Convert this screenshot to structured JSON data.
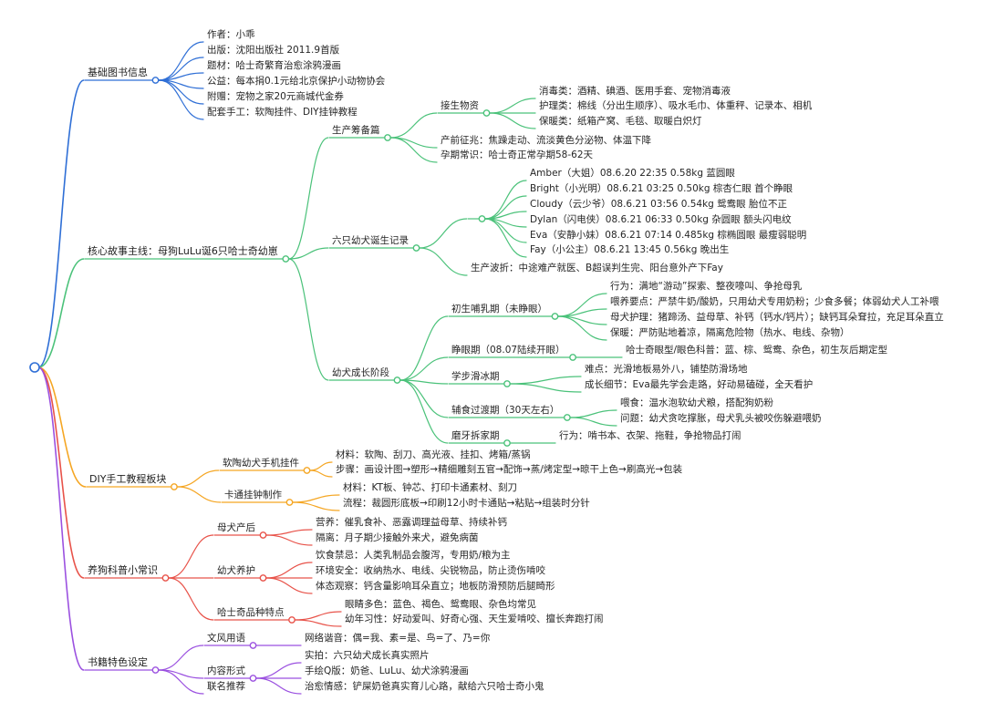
{
  "root": {
    "label": ""
  },
  "branches": [
    {
      "id": "b1",
      "label": "基础图书信息",
      "color": "#2f6fd6",
      "children": [
        {
          "id": "b1c1",
          "label": "作者：小乖"
        },
        {
          "id": "b1c2",
          "label": "出版：沈阳出版社 2011.9首版"
        },
        {
          "id": "b1c3",
          "label": "题材：哈士奇繁育治愈涂鸦漫画"
        },
        {
          "id": "b1c4",
          "label": "公益：每本捐0.1元给北京保护小动物协会"
        },
        {
          "id": "b1c5",
          "label": "附赠：宠物之家20元商城代金券"
        },
        {
          "id": "b1c6",
          "label": "配套手工：软陶挂件、DIY挂钟教程"
        }
      ]
    },
    {
      "id": "b2",
      "label": "核心故事主线：母狗LuLu诞6只哈士奇幼崽",
      "color": "#4bc27a",
      "children": [
        {
          "id": "b2a",
          "label": "生产筹备篇",
          "children": [
            {
              "id": "b2a1",
              "label": "接生物资",
              "children": [
                {
                  "id": "b2a1a",
                  "label": "消毒类：酒精、碘酒、医用手套、宠物消毒液"
                },
                {
                  "id": "b2a1b",
                  "label": "护理类：棉线（分出生顺序）、吸水毛巾、体重秤、记录本、相机"
                },
                {
                  "id": "b2a1c",
                  "label": "保暖类：纸箱产窝、毛毯、取暖白炽灯"
                }
              ]
            },
            {
              "id": "b2a2",
              "label": "产前征兆：焦躁走动、流淡黄色分泌物、体温下降"
            },
            {
              "id": "b2a3",
              "label": "孕期常识：哈士奇正常孕期58-62天"
            }
          ]
        },
        {
          "id": "b2b",
          "label": "六只幼犬诞生记录",
          "children": [
            {
              "id": "b2b1",
              "label": "",
              "children": [
                {
                  "id": "b2b1a",
                  "label": "Amber（大姐）08.6.20 22:35 0.58kg 蓝圆眼"
                },
                {
                  "id": "b2b1b",
                  "label": "Bright（小光明）08.6.21 03:25 0.50kg 棕杏仁眼 首个睁眼"
                },
                {
                  "id": "b2b1c",
                  "label": "Cloudy（云少爷）08.6.21 03:56 0.54kg 鸳鸯眼 胎位不正"
                },
                {
                  "id": "b2b1d",
                  "label": "Dylan（闪电侠）08.6.21 06:33 0.50kg 杂圆眼 额头闪电纹"
                },
                {
                  "id": "b2b1e",
                  "label": "Eva（安静小妹）08.6.21 07:14 0.485kg 棕椭圆眼 最瘦弱聪明"
                },
                {
                  "id": "b2b1f",
                  "label": "Fay（小公主）08.6.21 13:45 0.56kg 晚出生"
                }
              ]
            },
            {
              "id": "b2b2",
              "label": "生产波折：中途难产就医、B超误判生完、阳台意外产下Fay"
            }
          ]
        },
        {
          "id": "b2c",
          "label": "幼犬成长阶段",
          "children": [
            {
              "id": "b2c1",
              "label": "初生哺乳期（未睁眼）",
              "children": [
                {
                  "id": "b2c1a",
                  "label": "行为：满地“游动”探索、整夜嚎叫、争抢母乳"
                },
                {
                  "id": "b2c1b",
                  "label": "喂养要点：严禁牛奶/酸奶，只用幼犬专用奶粉；少食多餐；体弱幼犬人工补喂"
                },
                {
                  "id": "b2c1c",
                  "label": "母犬护理：猪蹄汤、益母草、补钙（钙水/钙片）；缺钙耳朵耷拉，充足耳朵直立"
                },
                {
                  "id": "b2c1d",
                  "label": "保暖：严防贴地着凉，隔离危险物（热水、电线、杂物）"
                }
              ]
            },
            {
              "id": "b2c2",
              "label": "睁眼期（08.07陆续开眼）",
              "children": [
                {
                  "id": "b2c2a",
                  "label": "哈士奇眼型/眼色科普：蓝、棕、鸳鸯、杂色，初生灰后期定型"
                }
              ]
            },
            {
              "id": "b2c3",
              "label": "学步滑冰期",
              "children": [
                {
                  "id": "b2c3a",
                  "label": "难点：光滑地板易外八，铺垫防滑场地"
                },
                {
                  "id": "b2c3b",
                  "label": "成长细节：Eva最先学会走路，好动易磕碰，全天看护"
                }
              ]
            },
            {
              "id": "b2c4",
              "label": "辅食过渡期（30天左右）",
              "children": [
                {
                  "id": "b2c4a",
                  "label": "喂食：温水泡软幼犬粮，搭配狗奶粉"
                },
                {
                  "id": "b2c4b",
                  "label": "问题：幼犬贪吃撑胀，母犬乳头被咬伤躲避喂奶"
                }
              ]
            },
            {
              "id": "b2c5",
              "label": "磨牙拆家期",
              "children": [
                {
                  "id": "b2c5a",
                  "label": "行为：啃书本、衣架、拖鞋，争抢物品打闹"
                }
              ]
            }
          ]
        }
      ]
    },
    {
      "id": "b3",
      "label": "DIY手工教程板块",
      "color": "#f5a623",
      "children": [
        {
          "id": "b3a",
          "label": "软陶幼犬手机挂件",
          "children": [
            {
              "id": "b3a1",
              "label": "材料：软陶、刮刀、高光液、挂扣、烤箱/蒸锅"
            },
            {
              "id": "b3a2",
              "label": "步骤：画设计图→塑形→精细雕刻五官→配饰→蒸/烤定型→晾干上色→刷高光→包装"
            }
          ]
        },
        {
          "id": "b3b",
          "label": "卡通挂钟制作",
          "children": [
            {
              "id": "b3b1",
              "label": "材料：KT板、钟芯、打印卡通素材、刻刀"
            },
            {
              "id": "b3b2",
              "label": "流程：裁圆形底板→印刷12小时卡通贴→粘贴→组装时分针"
            }
          ]
        }
      ]
    },
    {
      "id": "b4",
      "label": "养狗科普小常识",
      "color": "#e8534a",
      "children": [
        {
          "id": "b4a",
          "label": "母犬产后",
          "children": [
            {
              "id": "b4a1",
              "label": "营养：催乳食补、恶露调理益母草、持续补钙"
            },
            {
              "id": "b4a2",
              "label": "隔离：月子期少接触外来犬，避免病菌"
            }
          ]
        },
        {
          "id": "b4b",
          "label": "幼犬养护",
          "children": [
            {
              "id": "b4b1",
              "label": "饮食禁忌：人类乳制品会腹泻，专用奶/粮为主"
            },
            {
              "id": "b4b2",
              "label": "环境安全：收纳热水、电线、尖锐物品，防止烫伤啃咬"
            },
            {
              "id": "b4b3",
              "label": "体态观察：钙含量影响耳朵直立；地板防滑预防后腿畸形"
            }
          ]
        },
        {
          "id": "b4c",
          "label": "哈士奇品种特点",
          "children": [
            {
              "id": "b4c1",
              "label": "眼睛多色：蓝色、褐色、鸳鸯眼、杂色均常见"
            },
            {
              "id": "b4c2",
              "label": "幼年习性：好动爱叫、好奇心强、天生爱啃咬、擅长奔跑打闹"
            }
          ]
        }
      ]
    },
    {
      "id": "b5",
      "label": "书籍特色设定",
      "color": "#9b51e0",
      "children": [
        {
          "id": "b5a",
          "label": "文风用语",
          "children": [
            {
              "id": "b5a1",
              "label": "网络谐音：偶=我、素=是、鸟=了、乃=你"
            }
          ]
        },
        {
          "id": "b5b",
          "label": "内容形式",
          "children": [
            {
              "id": "b5b1",
              "label": "实拍：六只幼犬成长真实照片"
            },
            {
              "id": "b5b2",
              "label": "手绘Q版：奶爸、LuLu、幼犬涂鸦漫画"
            },
            {
              "id": "b5b3",
              "label": "治愈情感：铲屎奶爸真实育儿心路，献给六只哈士奇小鬼"
            }
          ]
        },
        {
          "id": "b5c",
          "label": "联名推荐"
        }
      ]
    }
  ]
}
